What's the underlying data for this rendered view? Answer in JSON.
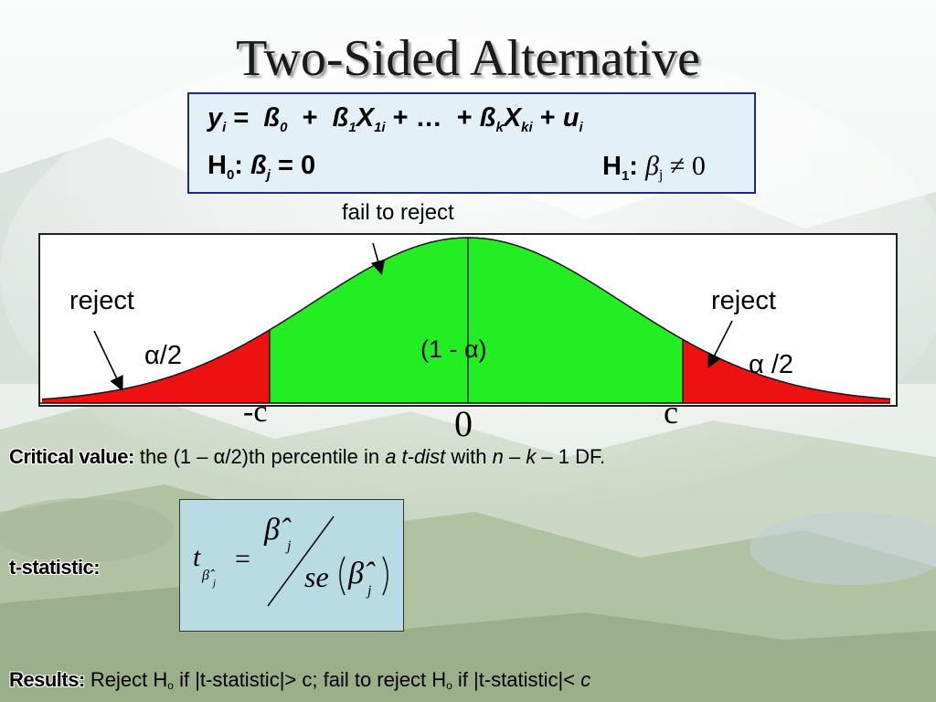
{
  "slide": {
    "title": "Two-Sided Alternative",
    "model": {
      "y": "y",
      "i": "i",
      "eq": " =  ",
      "beta": "ß",
      "sub0": "0",
      "plus": "  +  ",
      "sub1": "1",
      "X": "X",
      "sub1i": "1i",
      "dots": " + …  + ",
      "subk": "k",
      "subki": "ki",
      "plus2": " + ",
      "u": "u"
    },
    "h0": {
      "H": "H",
      "sub": "0",
      "colon": ": ",
      "beta": "ß",
      "j": "j",
      "rest": " = 0"
    },
    "h1": {
      "H": "H",
      "sub": "1",
      "colon": ":",
      "beta": "β",
      "j": "j",
      "rest": " ≠ 0"
    },
    "plot": {
      "fail_to_reject": "fail to reject",
      "reject_left": "reject",
      "reject_right": "reject",
      "alpha_left": "α/2",
      "alpha_right": "α /2",
      "center": "(1 - α)",
      "tick_neg_c": "-c",
      "tick_zero": "0",
      "tick_c": "c"
    },
    "critical": {
      "label": "Critical value:",
      "t1": " the (1 – α/2)th percentile in ",
      "t2": "a t-dist",
      "t3": " with ",
      "n": "n",
      "t4": " – ",
      "k": "k",
      "t5": " – 1 DF."
    },
    "tstat": {
      "label": "t-statistic:",
      "t": "t",
      "beta_hat": "β̂",
      "j": "j",
      "eq": "=",
      "se": "se"
    },
    "results": {
      "label": "Results:",
      "t1": " Reject H",
      "sub1": "o",
      "t2": " if |t-statistic|> c; fail to reject H",
      "sub2": "o",
      "t3": " if |t-statistic|< ",
      "c": "c"
    },
    "colors": {
      "green": "#22ee22",
      "red": "#ee1111",
      "box_blue": "#e4f0f8",
      "formula_bg": "#b9dce4",
      "border_blue": "#1a2b8a"
    }
  }
}
